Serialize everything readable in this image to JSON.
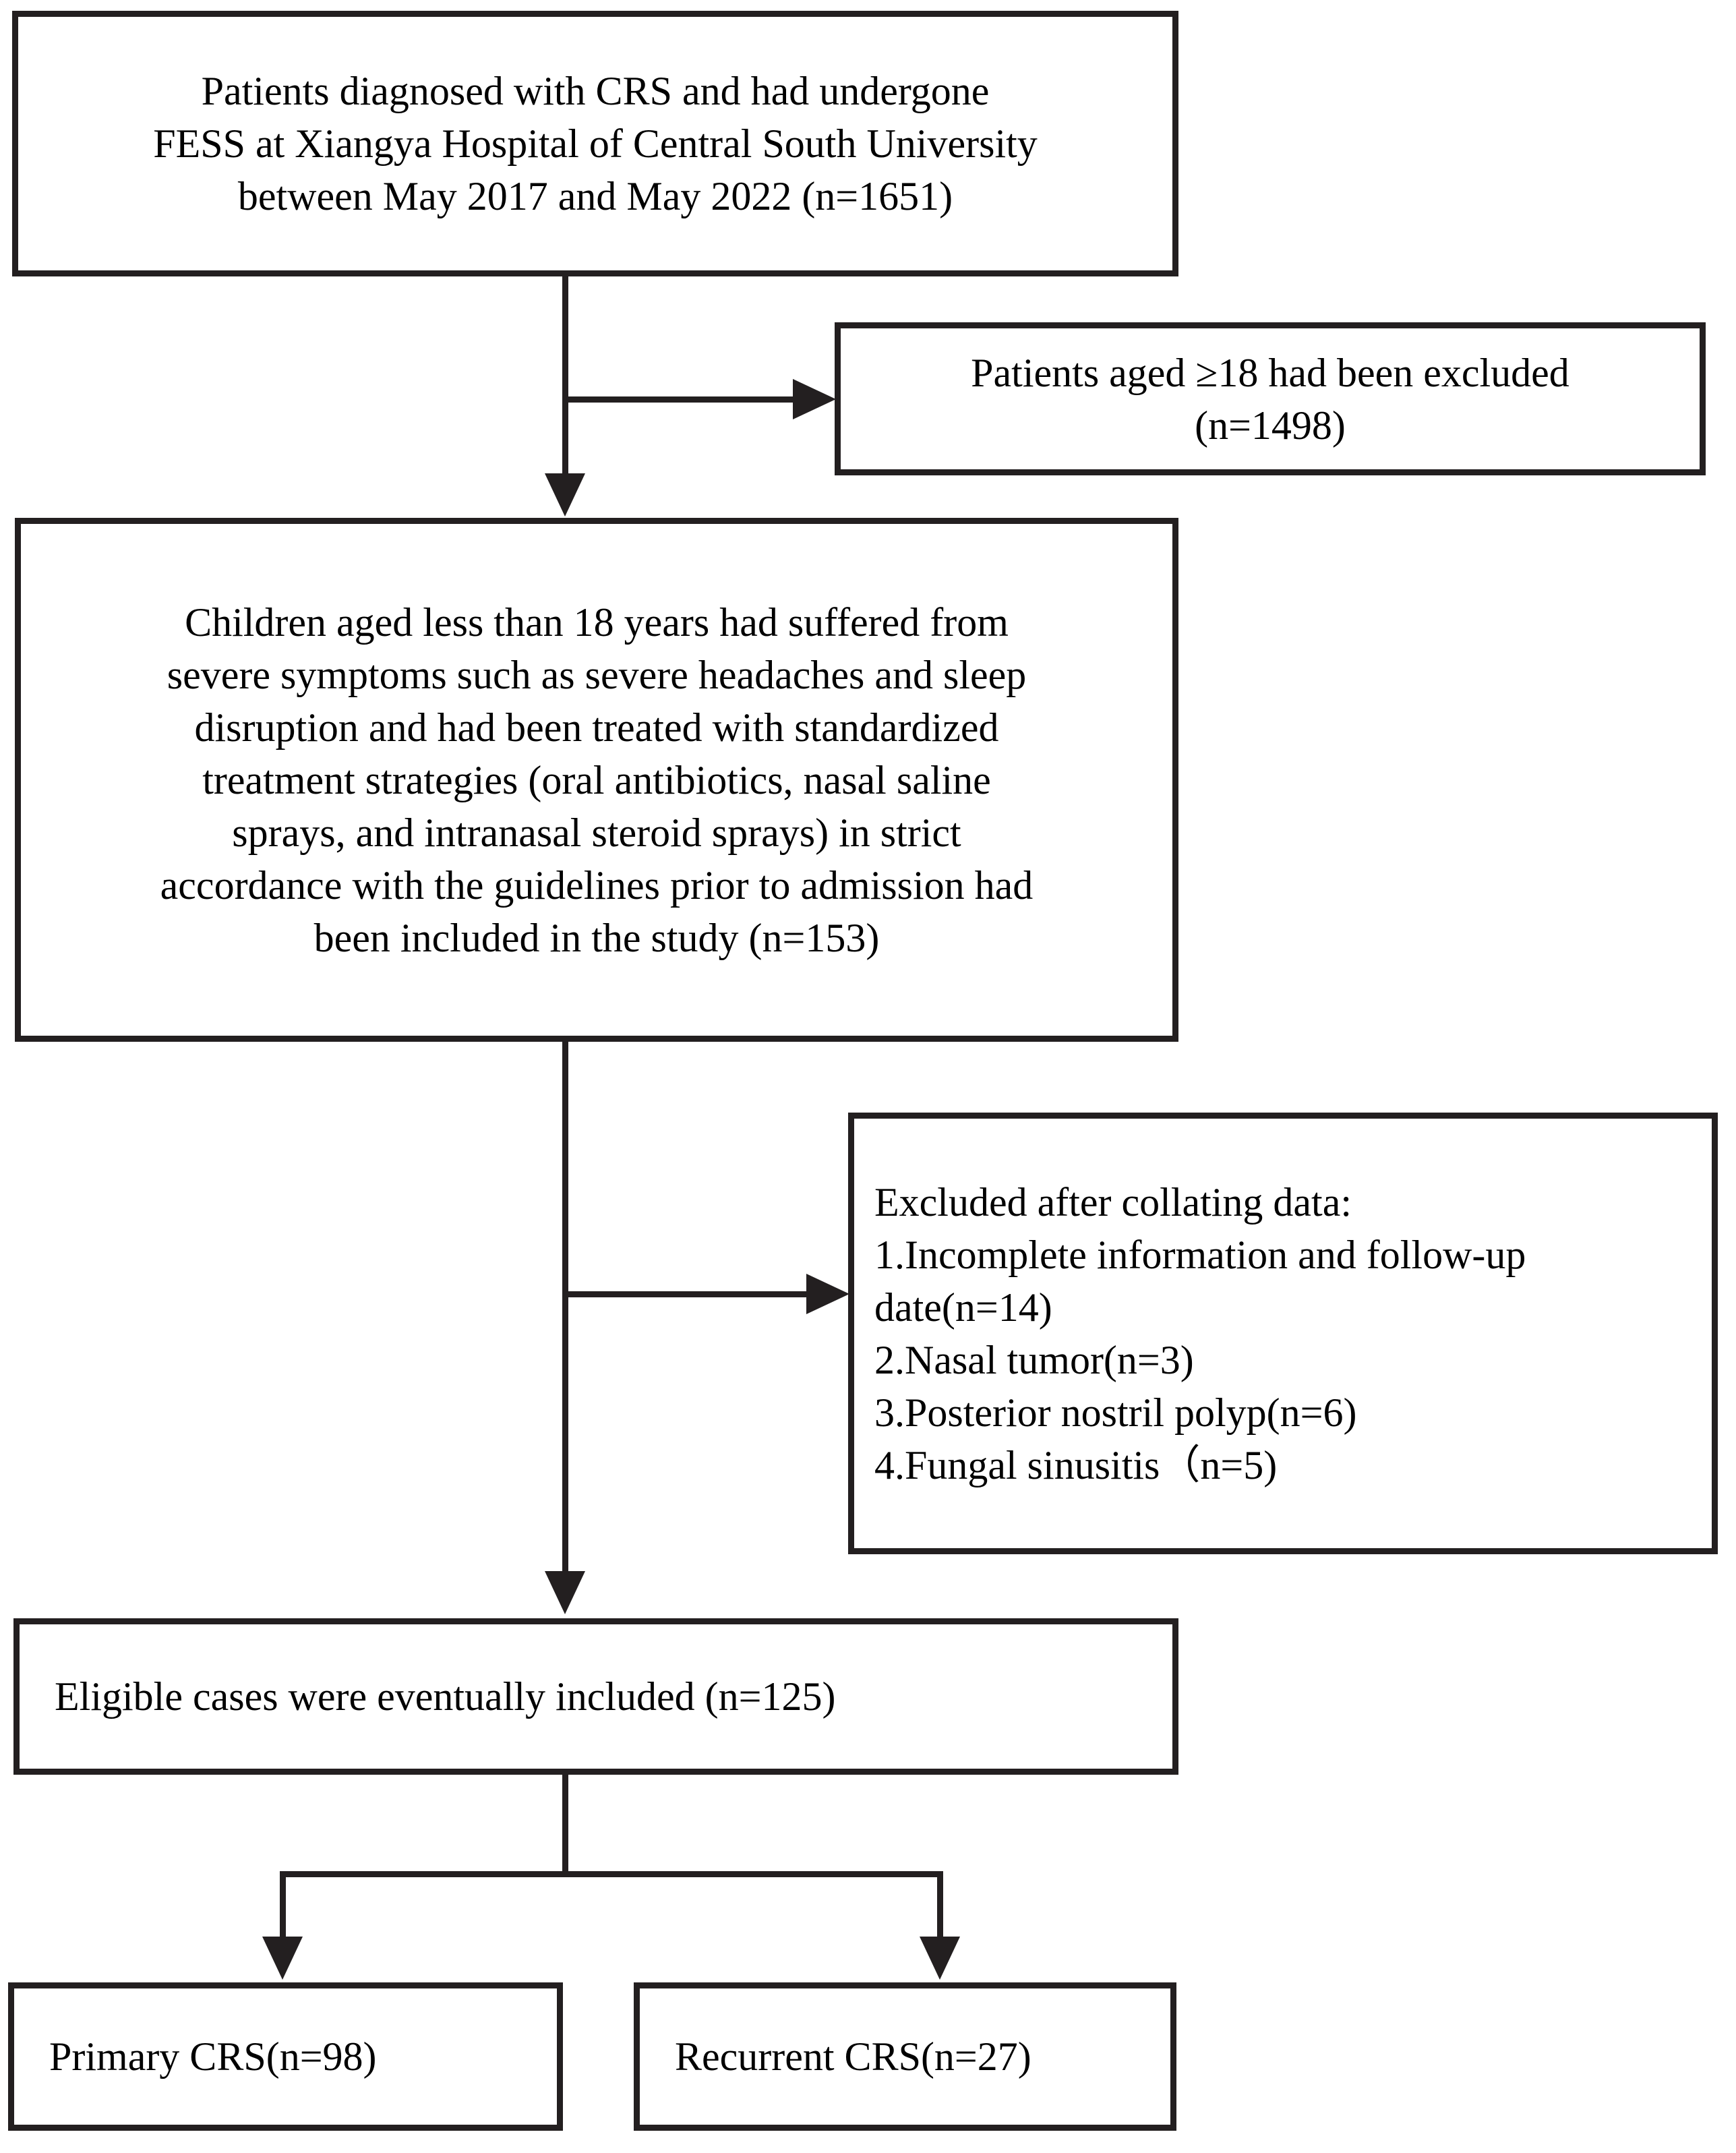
{
  "figure": {
    "type": "flowchart",
    "subject": "Patient selection / PRISMA-style inclusion and exclusion flow",
    "background_color": "#ffffff",
    "line_color": "#231f20",
    "text_color": "#000000"
  },
  "nodes": {
    "source_population": {
      "id": "box-1",
      "text": "Patients diagnosed with CRS and had undergone\nFESS at Xiangya Hospital of Central South University\nbetween May 2017 and May 2022 (n=1651)",
      "n": 1651,
      "align": "center"
    },
    "excluded_adults": {
      "id": "box-2",
      "text": "Patients aged ≥18 had been excluded\n(n=1498)",
      "n": 1498,
      "align": "center"
    },
    "included_children": {
      "id": "box-3",
      "text": "Children aged less than 18 years had suffered from\nsevere symptoms such as severe headaches and sleep\ndisruption and had been treated with standardized\ntreatment strategies (oral antibiotics, nasal saline\nsprays, and intranasal steroid sprays) in strict\naccordance with the guidelines prior to admission had\nbeen included in the study (n=153)",
      "n": 153,
      "align": "center"
    },
    "excluded_after_collating": {
      "id": "box-4",
      "heading": "Excluded after collating data:",
      "items": [
        "1.Incomplete information and follow-up date(n=14)",
        "2.Nasal tumor(n=3)",
        "3.Posterior nostril polyp(n=6)",
        "4.Fungal sinusitis（n=5)"
      ],
      "text": "Excluded after collating data:\n1.Incomplete information and follow-up\ndate(n=14)\n2.Nasal tumor(n=3)\n3.Posterior nostril polyp(n=6)\n4.Fungal sinusitis（n=5)",
      "align": "left"
    },
    "eligible_cases": {
      "id": "box-5",
      "text": "Eligible cases were eventually included (n=125)",
      "n": 125,
      "align": "left"
    },
    "primary_crs": {
      "id": "box-6",
      "text": "Primary CRS(n=98)",
      "n": 98,
      "align": "left"
    },
    "recurrent_crs": {
      "id": "box-7",
      "text": "Recurrent CRS(n=27)",
      "n": 27,
      "align": "left"
    }
  },
  "connectors": [
    {
      "name": "source-to-children",
      "from": "source_population",
      "to": "included_children",
      "kind": "vertical-arrow-down"
    },
    {
      "name": "source-to-excluded-adults",
      "from": "source_population",
      "to": "excluded_adults",
      "kind": "branch-arrow-right"
    },
    {
      "name": "children-to-eligible",
      "from": "included_children",
      "to": "eligible_cases",
      "kind": "vertical-arrow-down"
    },
    {
      "name": "children-to-excluded-collating",
      "from": "included_children",
      "to": "excluded_after_collating",
      "kind": "branch-arrow-right"
    },
    {
      "name": "eligible-to-primary",
      "from": "eligible_cases",
      "to": "primary_crs",
      "kind": "fork-arrow-down-left"
    },
    {
      "name": "eligible-to-recurrent",
      "from": "eligible_cases",
      "to": "recurrent_crs",
      "kind": "fork-arrow-down-right"
    }
  ]
}
